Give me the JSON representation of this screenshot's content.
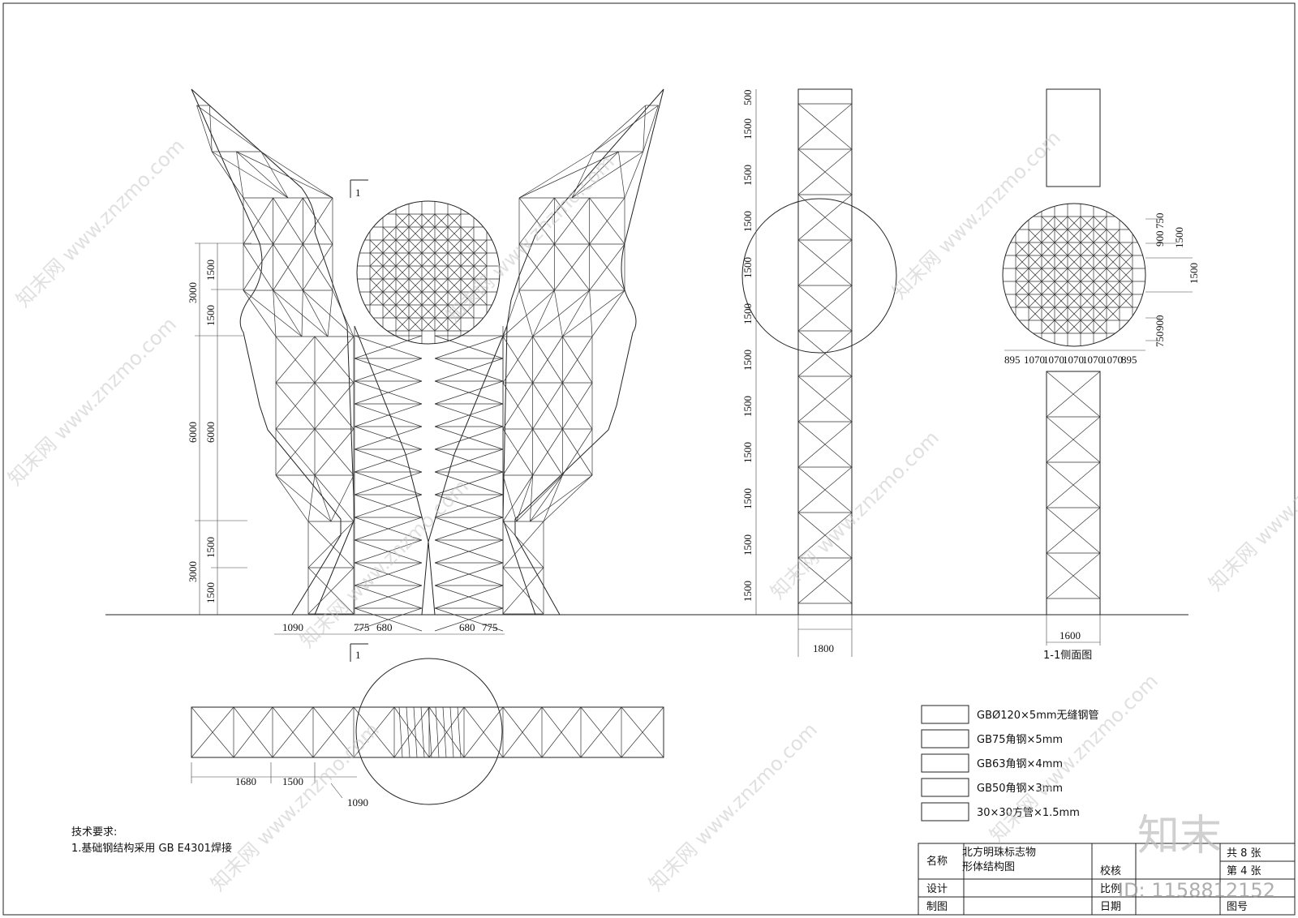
{
  "front_elevation": {
    "left_dims": [
      "3000",
      "1500",
      "1500",
      "6000",
      "6000",
      "1500",
      "3000",
      "1500"
    ],
    "bottom_dims": [
      "1090",
      "775",
      "680",
      "680",
      "775"
    ],
    "section_mark": "1"
  },
  "side_elevation": {
    "dims": [
      "500",
      "1500",
      "1500",
      "1500",
      "1500",
      "1500",
      "1500",
      "1500",
      "1500",
      "1500",
      "1500",
      "1500"
    ],
    "width": "1800"
  },
  "section_1_1": {
    "title": "1-1侧面图",
    "width": "1600",
    "right_dims": [
      "900",
      "750",
      "1500",
      "1500",
      "900",
      "750"
    ],
    "bottom_dims": [
      "895",
      "1070",
      "1070",
      "1070",
      "1070",
      "1070",
      "895"
    ]
  },
  "plan": {
    "dims": [
      "1680",
      "1500",
      "1090"
    ]
  },
  "legend": [
    {
      "label": "GBØ120×5mm无缝钢管"
    },
    {
      "label": "GB75角钢×5mm"
    },
    {
      "label": "GB63角钢×4mm"
    },
    {
      "label": "GB50角钢×3mm"
    },
    {
      "label": "30×30方管×1.5mm"
    }
  ],
  "notes": {
    "heading": "技术要求:",
    "items": [
      "1.基础钢结构采用 GB E4301焊接"
    ]
  },
  "title_block": {
    "name_label": "名称",
    "name_value_1": "北方明珠标志物",
    "name_value_2": "形体结构图",
    "design_label": "设计",
    "drawn_label": "制图",
    "check_label": "校核",
    "scale_label": "比例",
    "date_label": "日期",
    "total_sheets": "共 8 张",
    "sheet_no": "第 4 张",
    "drawing_no_label": "图号"
  },
  "watermark": {
    "site": "知末网 www.znzmo.com",
    "brand": "知末",
    "id": "ID: 1158812152"
  }
}
